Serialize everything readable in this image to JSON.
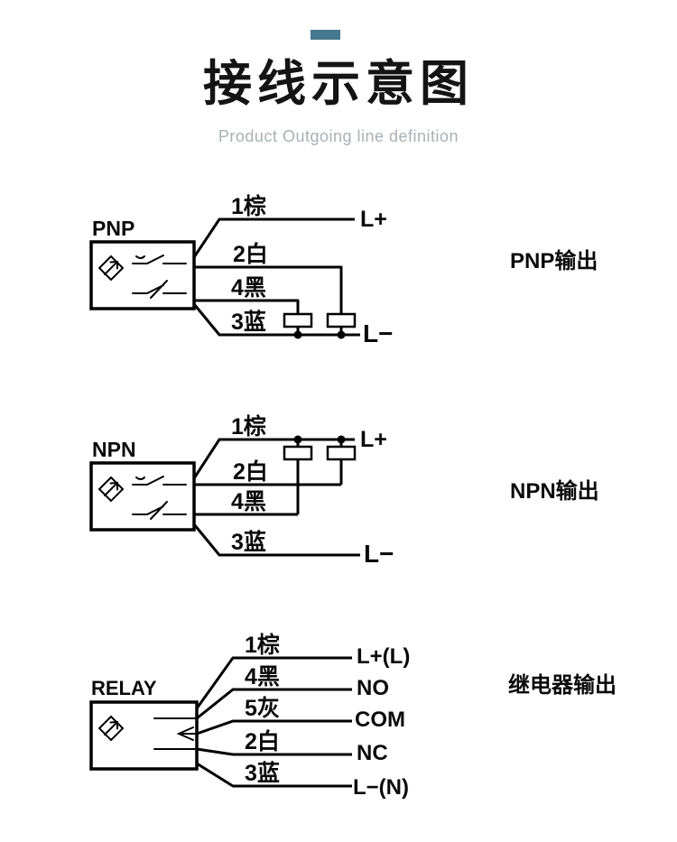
{
  "header": {
    "title": "接线示意图",
    "subtitle": "Product Outgoing line definition"
  },
  "colors": {
    "accent": "#46798e",
    "line": "#000000",
    "subtitle_gray": "#a9b1b7"
  },
  "diagrams": [
    {
      "id": "pnp",
      "sensor_label": "PNP",
      "output_label": "PNP输出",
      "wires": [
        {
          "label": "1棕",
          "terminal": "L+"
        },
        {
          "label": "2白",
          "terminal": ""
        },
        {
          "label": "4黑",
          "terminal": ""
        },
        {
          "label": "3蓝",
          "terminal": "L−"
        }
      ]
    },
    {
      "id": "npn",
      "sensor_label": "NPN",
      "output_label": "NPN输出",
      "wires": [
        {
          "label": "1棕",
          "terminal": "L+"
        },
        {
          "label": "2白",
          "terminal": ""
        },
        {
          "label": "4黑",
          "terminal": ""
        },
        {
          "label": "3蓝",
          "terminal": "L−"
        }
      ]
    },
    {
      "id": "relay",
      "sensor_label": "RELAY",
      "output_label": "继电器输出",
      "wires": [
        {
          "label": "1棕",
          "terminal": "L+(L)"
        },
        {
          "label": "4黑",
          "terminal": "NO"
        },
        {
          "label": "5灰",
          "terminal": "COM"
        },
        {
          "label": "2白",
          "terminal": "NC"
        },
        {
          "label": "3蓝",
          "terminal": "L−(N)"
        }
      ]
    }
  ]
}
